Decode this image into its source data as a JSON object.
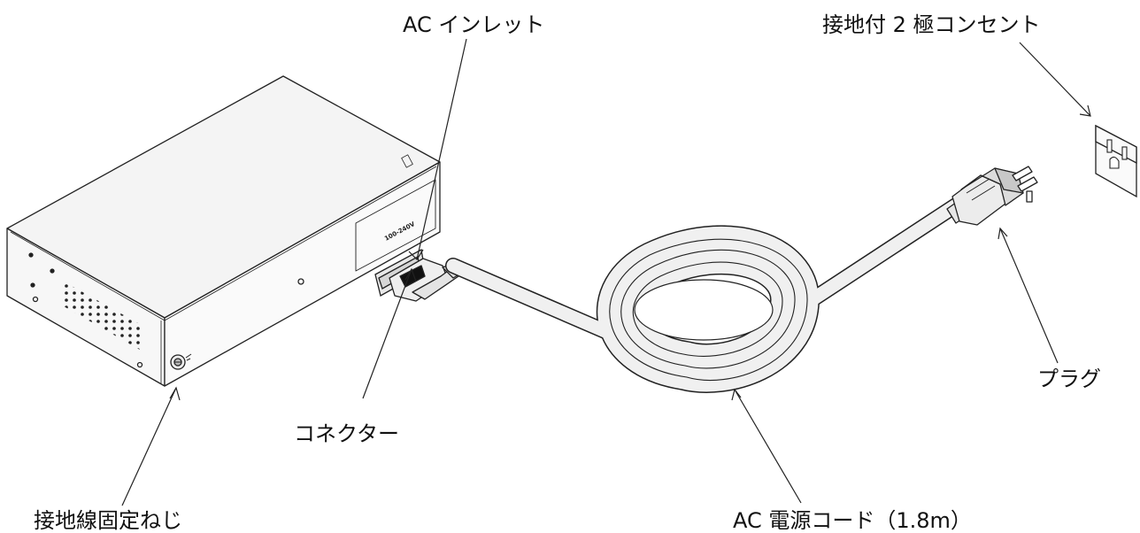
{
  "labels": {
    "ac_inlet": "AC インレット",
    "outlet": "接地付 2 極コンセント",
    "connector": "コネクター",
    "plug": "プラグ",
    "ground_screw": "接地線固定ねじ",
    "power_cord": "AC 電源コード（1.8m）"
  },
  "device_panel_text": "100-240V"
}
